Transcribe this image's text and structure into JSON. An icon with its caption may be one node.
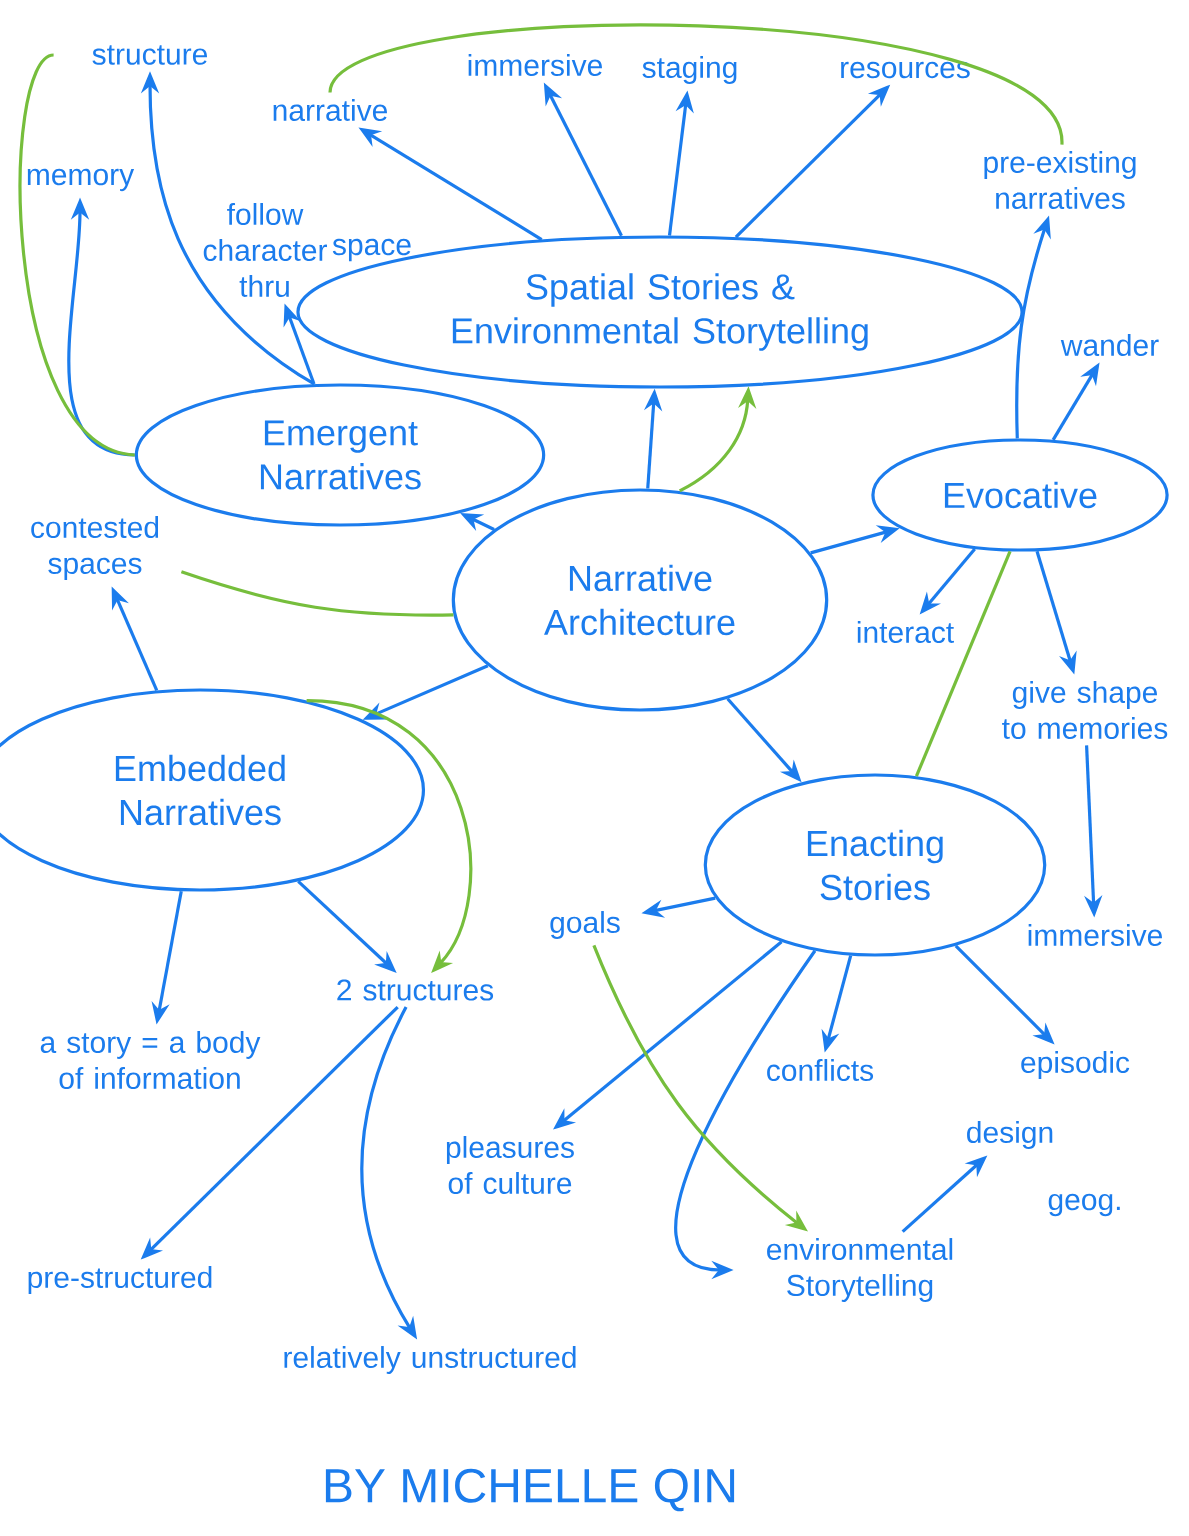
{
  "diagram": {
    "nodes": [
      {
        "text": [
          "Narrative Architecture"
        ]
      },
      {
        "text": [
          "Emergent Narratives"
        ]
      },
      {
        "text": [
          "Spatial Stories & Environmental Storytelling"
        ]
      },
      {
        "text": [
          "Evocative"
        ]
      },
      {
        "text": [
          "Embedded Narratives"
        ]
      },
      {
        "text": [
          "Enacting Stories"
        ]
      },
      {
        "text": [
          "structure"
        ]
      },
      {
        "text": [
          "memory"
        ]
      },
      {
        "text": [
          "follow character thru"
        ]
      },
      {
        "text": [
          "narrative"
        ]
      },
      {
        "text": [
          "immersive"
        ]
      },
      {
        "text": [
          "staging"
        ]
      },
      {
        "text": [
          "resources"
        ]
      },
      {
        "text": [
          "pre-existing narratives"
        ]
      },
      {
        "text": [
          "wander"
        ]
      },
      {
        "text": [
          "contested spaces"
        ]
      },
      {
        "text": [
          "interact"
        ]
      },
      {
        "text": [
          "give shape to memories"
        ]
      },
      {
        "text": [
          "immersive"
        ]
      },
      {
        "text": [
          "goals"
        ]
      },
      {
        "text": [
          "a story = a body of information"
        ]
      },
      {
        "text": [
          "2 structures"
        ]
      },
      {
        "text": [
          "pleasures of culture"
        ]
      },
      {
        "text": [
          "conflicts"
        ]
      },
      {
        "text": [
          "episodic"
        ]
      },
      {
        "text": [
          "design"
        ]
      },
      {
        "text": [
          "environmental Storytelling"
        ]
      },
      {
        "text": [
          "pre-structured"
        ]
      },
      {
        "text": [
          "relatively unstructured"
        ]
      }
    ],
    "edges": [
      {
        "from": 1,
        "to": 7,
        "arrow": "to"
      },
      {
        "from": 1,
        "to": 6,
        "arrow": "to"
      },
      {
        "from": 1,
        "to": 8,
        "arrow": "to"
      },
      {
        "from": 2,
        "to": 9,
        "arrow": "to"
      },
      {
        "from": 2,
        "to": 10,
        "arrow": "to"
      },
      {
        "from": 2,
        "to": 11,
        "arrow": "to"
      },
      {
        "from": 2,
        "to": 12,
        "arrow": "to"
      },
      {
        "from": 3,
        "to": 13,
        "arrow": "to"
      },
      {
        "from": 3,
        "to": 14,
        "arrow": "to"
      },
      {
        "from": 0,
        "to": 2,
        "arrow": "to"
      },
      {
        "from": 0,
        "to": 1,
        "arrow": "to"
      },
      {
        "from": 0,
        "to": 3,
        "arrow": "to"
      },
      {
        "from": 0,
        "to": 4,
        "arrow": "to"
      },
      {
        "from": 0,
        "to": 5,
        "arrow": "to"
      },
      {
        "from": 3,
        "to": 16,
        "arrow": "to"
      },
      {
        "from": 3,
        "to": 17,
        "arrow": "to"
      },
      {
        "from": 17,
        "to": 18,
        "arrow": "to"
      },
      {
        "from": 4,
        "to": 15,
        "arrow": "to"
      },
      {
        "from": 4,
        "to": 20,
        "arrow": "to"
      },
      {
        "from": 4,
        "to": 21,
        "arrow": "to"
      },
      {
        "from": 5,
        "to": 19,
        "arrow": "to"
      },
      {
        "from": 5,
        "to": 22,
        "arrow": "to"
      },
      {
        "from": 5,
        "to": 26,
        "arrow": "to"
      },
      {
        "from": 5,
        "to": 23,
        "arrow": "to"
      },
      {
        "from": 5,
        "to": 24,
        "arrow": "to"
      },
      {
        "from": 26,
        "to": 25,
        "arrow": "to"
      },
      {
        "from": 21,
        "to": 27,
        "arrow": "to"
      },
      {
        "from": 21,
        "to": 28,
        "arrow": "to"
      },
      {
        "from": 9,
        "to": 13,
        "arrow": "none",
        "color": "#76be3c"
      },
      {
        "from": 1,
        "to": 6,
        "arrow": "none",
        "color": "#76be3c"
      },
      {
        "from": 0,
        "to": 2,
        "arrow": "to",
        "color": "#76be3c"
      },
      {
        "from": 0,
        "to": 15,
        "arrow": "none",
        "color": "#76be3c"
      },
      {
        "from": 4,
        "to": 21,
        "arrow": "to",
        "color": "#76be3c"
      },
      {
        "from": 3,
        "to": 5,
        "arrow": "none",
        "color": "#76be3c"
      },
      {
        "from": 19,
        "to": 26,
        "arrow": "to",
        "color": "#76be3c"
      }
    ],
    "labels": [
      "space",
      "geog.",
      "BY MICHELLE QIN"
    ]
  }
}
